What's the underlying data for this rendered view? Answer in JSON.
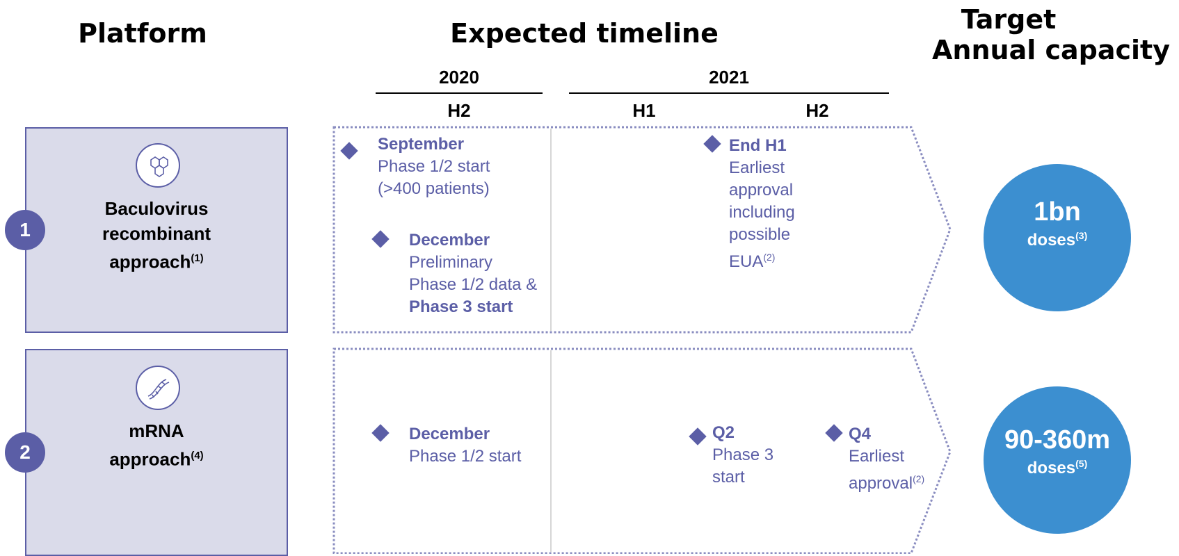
{
  "headers": {
    "platform": "Platform",
    "timeline": "Expected timeline",
    "capacity_line1": "Target",
    "capacity_line2": "Annual capacity"
  },
  "years": [
    "2020",
    "2021"
  ],
  "halves": [
    "H2",
    "H1",
    "H2"
  ],
  "colors": {
    "accent": "#5b5ea6",
    "box_fill": "#dadbea",
    "capacity_circle": "#3c8fd0"
  },
  "platforms": [
    {
      "number": "1",
      "icon": "molecule-icon",
      "label_lines": [
        "Baculovirus",
        "recombinant",
        "approach"
      ],
      "label_sup": "(1)",
      "events": [
        {
          "title": "September",
          "lines": [
            "Phase 1/2 start",
            "(>400 patients)"
          ]
        },
        {
          "title": "December",
          "lines": [
            "Preliminary",
            "Phase 1/2 data &"
          ],
          "bold_line": "Phase 3 start"
        },
        {
          "title": "End H1",
          "lines": [
            "Earliest",
            "approval",
            "including",
            "possible",
            "EUA"
          ],
          "sup": "(2)"
        }
      ],
      "capacity": {
        "value": "1bn",
        "unit": "doses",
        "sup": "(3)"
      }
    },
    {
      "number": "2",
      "icon": "dna-icon",
      "label_lines": [
        "mRNA",
        "approach"
      ],
      "label_sup": "(4)",
      "events": [
        {
          "title": "December",
          "lines": [
            "Phase 1/2 start"
          ]
        },
        {
          "title": "Q2",
          "lines": [
            "Phase 3",
            "start"
          ]
        },
        {
          "title": "Q4",
          "lines": [
            "Earliest",
            "approval"
          ],
          "sup": "(2)"
        }
      ],
      "capacity": {
        "value": "90-360m",
        "unit": "doses",
        "sup": "(5)"
      }
    }
  ]
}
